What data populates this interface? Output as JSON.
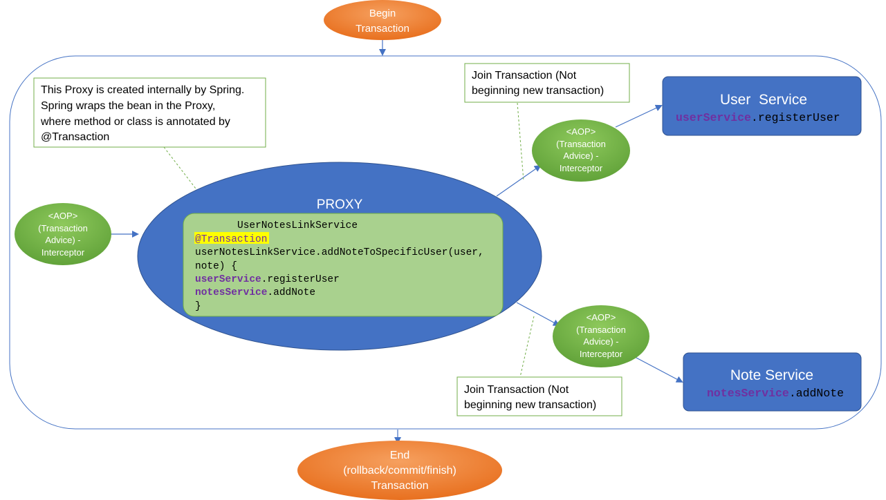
{
  "begin": {
    "line1": "Begin",
    "line2": "Transaction"
  },
  "end": {
    "line1": "End",
    "line2": "(rollback/commit/finish)",
    "line3": "Transaction"
  },
  "proxy": {
    "title": "PROXY",
    "service_name": "UserNotesLinkService",
    "annotation": "@Transaction",
    "method_line1": "userNotesLinkService.addNoteToSpecificUser(user,",
    "method_line2": "note) {",
    "call1_object": "userService",
    "call1_method": ".registerUser",
    "call2_object": "notesService",
    "call2_method": ".addNote",
    "close_brace": "}"
  },
  "proxy_note": {
    "line1": "This Proxy is created internally by Spring.",
    "line2": "Spring wraps the bean in the Proxy,",
    "line3": "where method or class is annotated by",
    "line4": "@Transaction"
  },
  "interceptor": {
    "line1": "<AOP>",
    "line2": "(Transaction",
    "line3": "Advice) -",
    "line4": "Interceptor"
  },
  "join_note": {
    "line1": "Join Transaction (Not",
    "line2": "beginning new transaction)"
  },
  "user_service": {
    "title": "User  Service",
    "object": "userService",
    "method": ".registerUser"
  },
  "note_service": {
    "title": "Note Service",
    "object": "notesService",
    "method": ".addNote"
  },
  "colors": {
    "orange": "#ed7d31",
    "blue": "#4472c4",
    "green": "#70ad47",
    "light_green": "#a9d18e",
    "purple": "#7030a0",
    "highlight": "#ffff00"
  }
}
